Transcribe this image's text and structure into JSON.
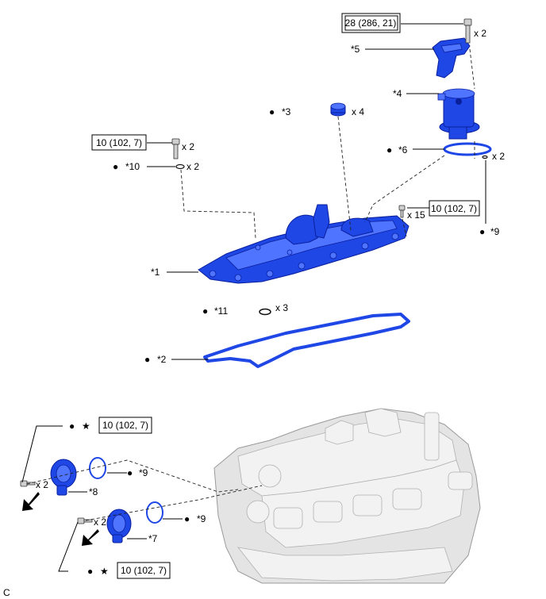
{
  "torque_labels": {
    "t1": "28 (286, 21)",
    "t2": "10 (102, 7)",
    "t3": "10 (102, 7)",
    "t4": "10 (102, 7)",
    "t5": "10 (102, 7)"
  },
  "qty": {
    "q1": "x 2",
    "q2": "x 4",
    "q3": "x 2",
    "q4": "x 2",
    "q5": "x 2",
    "q6": "x 15",
    "q7": "x 3",
    "q8": "x 2",
    "q9": "x 2"
  },
  "parts": {
    "p5": "*5",
    "p4": "*4",
    "p3": "*3",
    "p6": "*6",
    "p10": "*10",
    "p9a": "*9",
    "p1": "*1",
    "p11": "*11",
    "p2": "*2",
    "p9b": "*9",
    "p8": "*8",
    "p9c": "*9",
    "p7": "*7"
  },
  "symbols": {
    "dot": "●",
    "star": "★"
  },
  "corner_code": "C"
}
